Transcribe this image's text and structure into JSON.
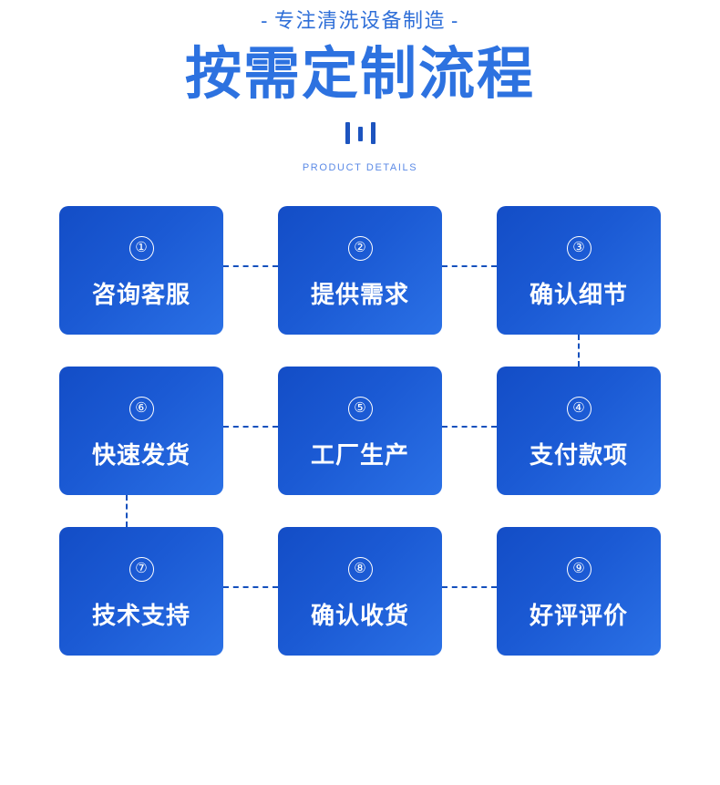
{
  "header": {
    "tagline": "专注清洗设备制造",
    "tagline_dash_left": "-",
    "tagline_dash_right": "-",
    "title": "按需定制流程",
    "subtitle": "PRODUCT DETAILS",
    "decoration": "three-vertical-bars"
  },
  "colors": {
    "accent_blue": "#2d72e0",
    "tagline_blue": "#2f6fd8",
    "subtitle_blue": "#5b8ae6",
    "card_gradient_start": "#134dc6",
    "card_gradient_end": "#2b71e6",
    "connector_blue": "#1450bd",
    "background": "#ffffff",
    "card_text": "#ffffff"
  },
  "flow": {
    "rows": [
      {
        "cards": [
          {
            "number": "①",
            "label": "咨询客服"
          },
          {
            "number": "②",
            "label": "提供需求"
          },
          {
            "number": "③",
            "label": "确认细节"
          }
        ]
      },
      {
        "cards": [
          {
            "number": "⑥",
            "label": "快速发货"
          },
          {
            "number": "⑤",
            "label": "工厂生产"
          },
          {
            "number": "④",
            "label": "支付款项"
          }
        ]
      },
      {
        "cards": [
          {
            "number": "⑦",
            "label": "技术支持"
          },
          {
            "number": "⑧",
            "label": "确认收货"
          },
          {
            "number": "⑨",
            "label": "好评评价"
          }
        ]
      }
    ]
  }
}
